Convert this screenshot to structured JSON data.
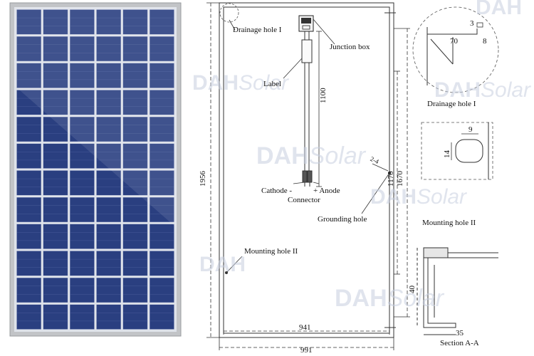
{
  "panel": {
    "frame_color": "#b8babd",
    "cell_color": "#2a3f80",
    "cell_border": "#9aa6c8",
    "columns": 6,
    "rows": 12
  },
  "labels": {
    "drainage_hole_1": "Drainage hole I",
    "junction_box": "Junction box",
    "label": "Label",
    "cathode": "Cathode -",
    "anode": "+ Anode",
    "connector": "Connector",
    "grounding_hole": "Grounding hole",
    "mounting_hole_2": "Mounting hole II"
  },
  "dimensions": {
    "total_height": "1956",
    "cable_length": "1100",
    "mounting_span": "1170",
    "inner_span": "1670",
    "inner_width": "941",
    "total_width": "991",
    "hole_a": "2-4"
  },
  "details": {
    "drainage": {
      "title": "Drainage hole I",
      "d1": "70",
      "d2": "8",
      "d3": "3"
    },
    "mounting": {
      "title": "Mounting hole II",
      "w": "9",
      "h": "14"
    },
    "section": {
      "title": "Section A-A",
      "height": "40",
      "width": "35"
    }
  },
  "watermark": {
    "brand": "DAH",
    "suffix": "Solar"
  }
}
